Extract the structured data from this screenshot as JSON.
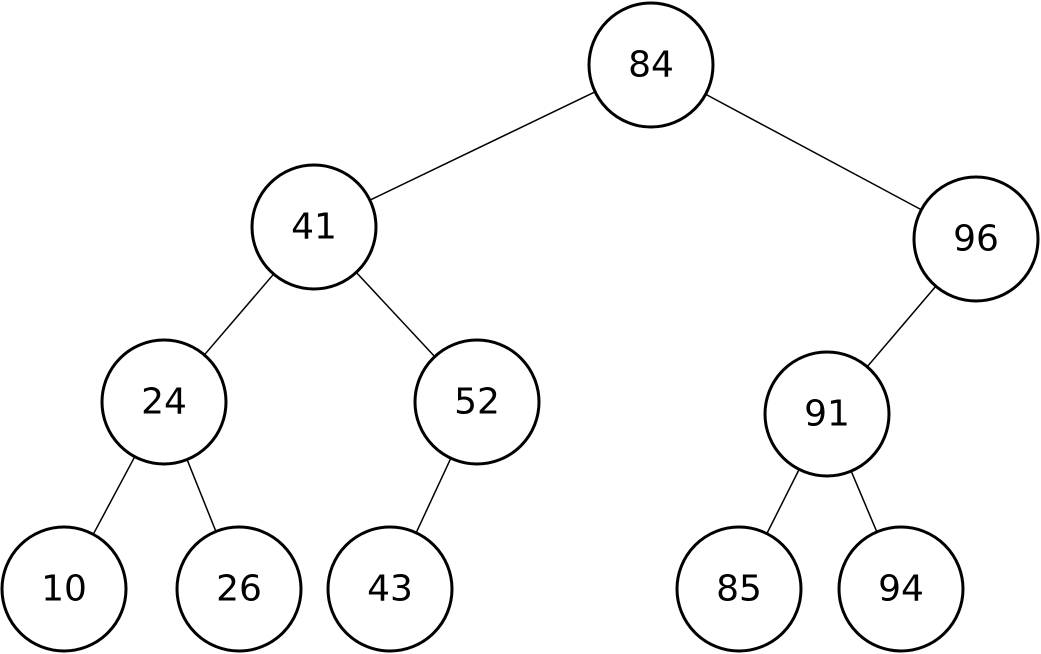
{
  "tree": {
    "nodes": [
      {
        "id": "n84",
        "value": "84"
      },
      {
        "id": "n41",
        "value": "41"
      },
      {
        "id": "n96",
        "value": "96"
      },
      {
        "id": "n24",
        "value": "24"
      },
      {
        "id": "n52",
        "value": "52"
      },
      {
        "id": "n91",
        "value": "91"
      },
      {
        "id": "n10",
        "value": "10"
      },
      {
        "id": "n26",
        "value": "26"
      },
      {
        "id": "n43",
        "value": "43"
      },
      {
        "id": "n85",
        "value": "85"
      },
      {
        "id": "n94",
        "value": "94"
      }
    ],
    "edges": [
      {
        "from": "n84",
        "to": "n41"
      },
      {
        "from": "n84",
        "to": "n96"
      },
      {
        "from": "n41",
        "to": "n24"
      },
      {
        "from": "n41",
        "to": "n52"
      },
      {
        "from": "n96",
        "to": "n91"
      },
      {
        "from": "n24",
        "to": "n10"
      },
      {
        "from": "n24",
        "to": "n26"
      },
      {
        "from": "n52",
        "to": "n43"
      },
      {
        "from": "n91",
        "to": "n85"
      },
      {
        "from": "n91",
        "to": "n94"
      }
    ]
  }
}
